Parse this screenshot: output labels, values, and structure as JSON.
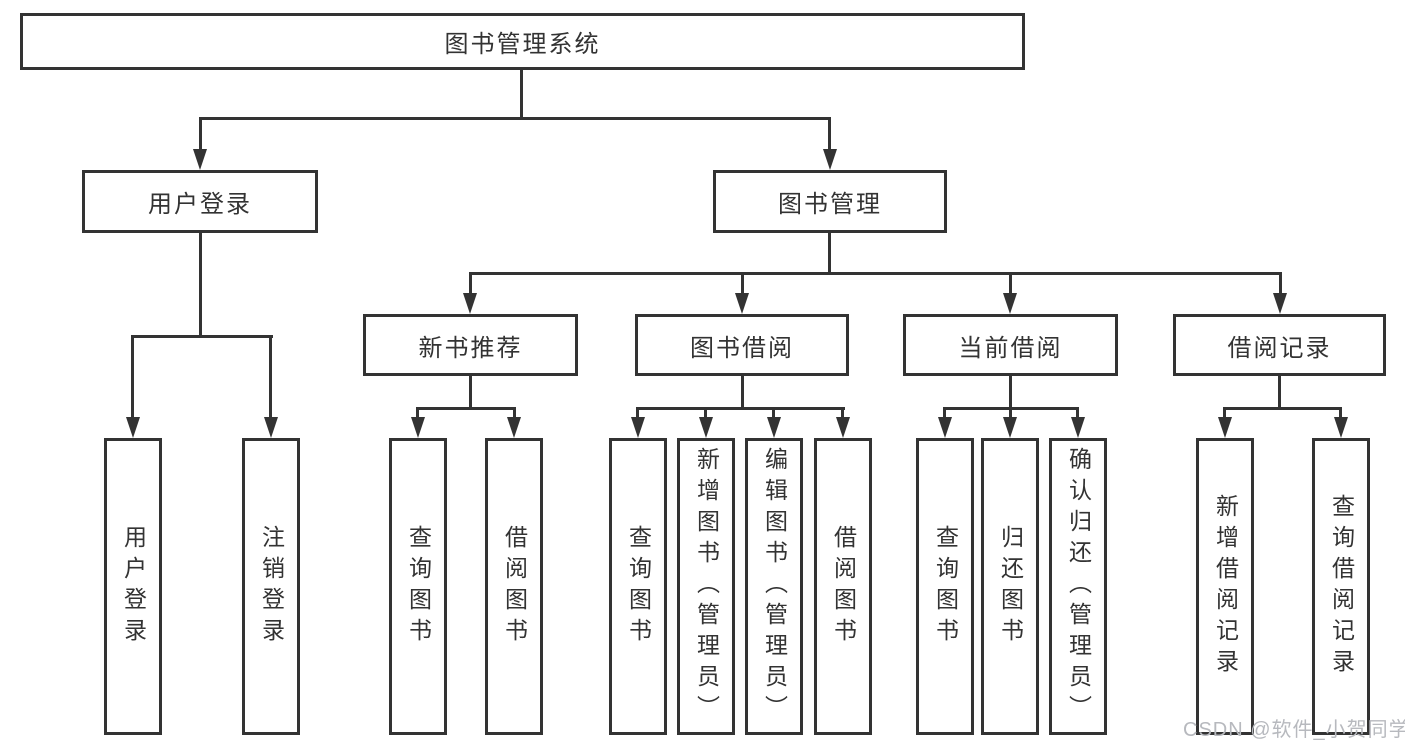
{
  "diagram": {
    "title": "图书管理系统",
    "branches": [
      {
        "label": "用户登录",
        "leaves": [
          "用户登录",
          "注销登录"
        ]
      },
      {
        "label": "图书管理",
        "groups": [
          {
            "label": "新书推荐",
            "leaves": [
              "查询图书",
              "借阅图书"
            ]
          },
          {
            "label": "图书借阅",
            "leaves": [
              "查询图书",
              "新增图书（管理员）",
              "编辑图书（管理员）",
              "借阅图书"
            ]
          },
          {
            "label": "当前借阅",
            "leaves": [
              "查询图书",
              "归还图书",
              "确认归还（管理员）"
            ]
          },
          {
            "label": "借阅记录",
            "leaves": [
              "新增借阅记录",
              "查询借阅记录"
            ]
          }
        ]
      }
    ]
  },
  "colors": {
    "line": "#333333",
    "box_background": "#ffffff",
    "watermark": "#b7b9be"
  },
  "watermark": {
    "text": "CSDN @软件_小贺同学"
  }
}
